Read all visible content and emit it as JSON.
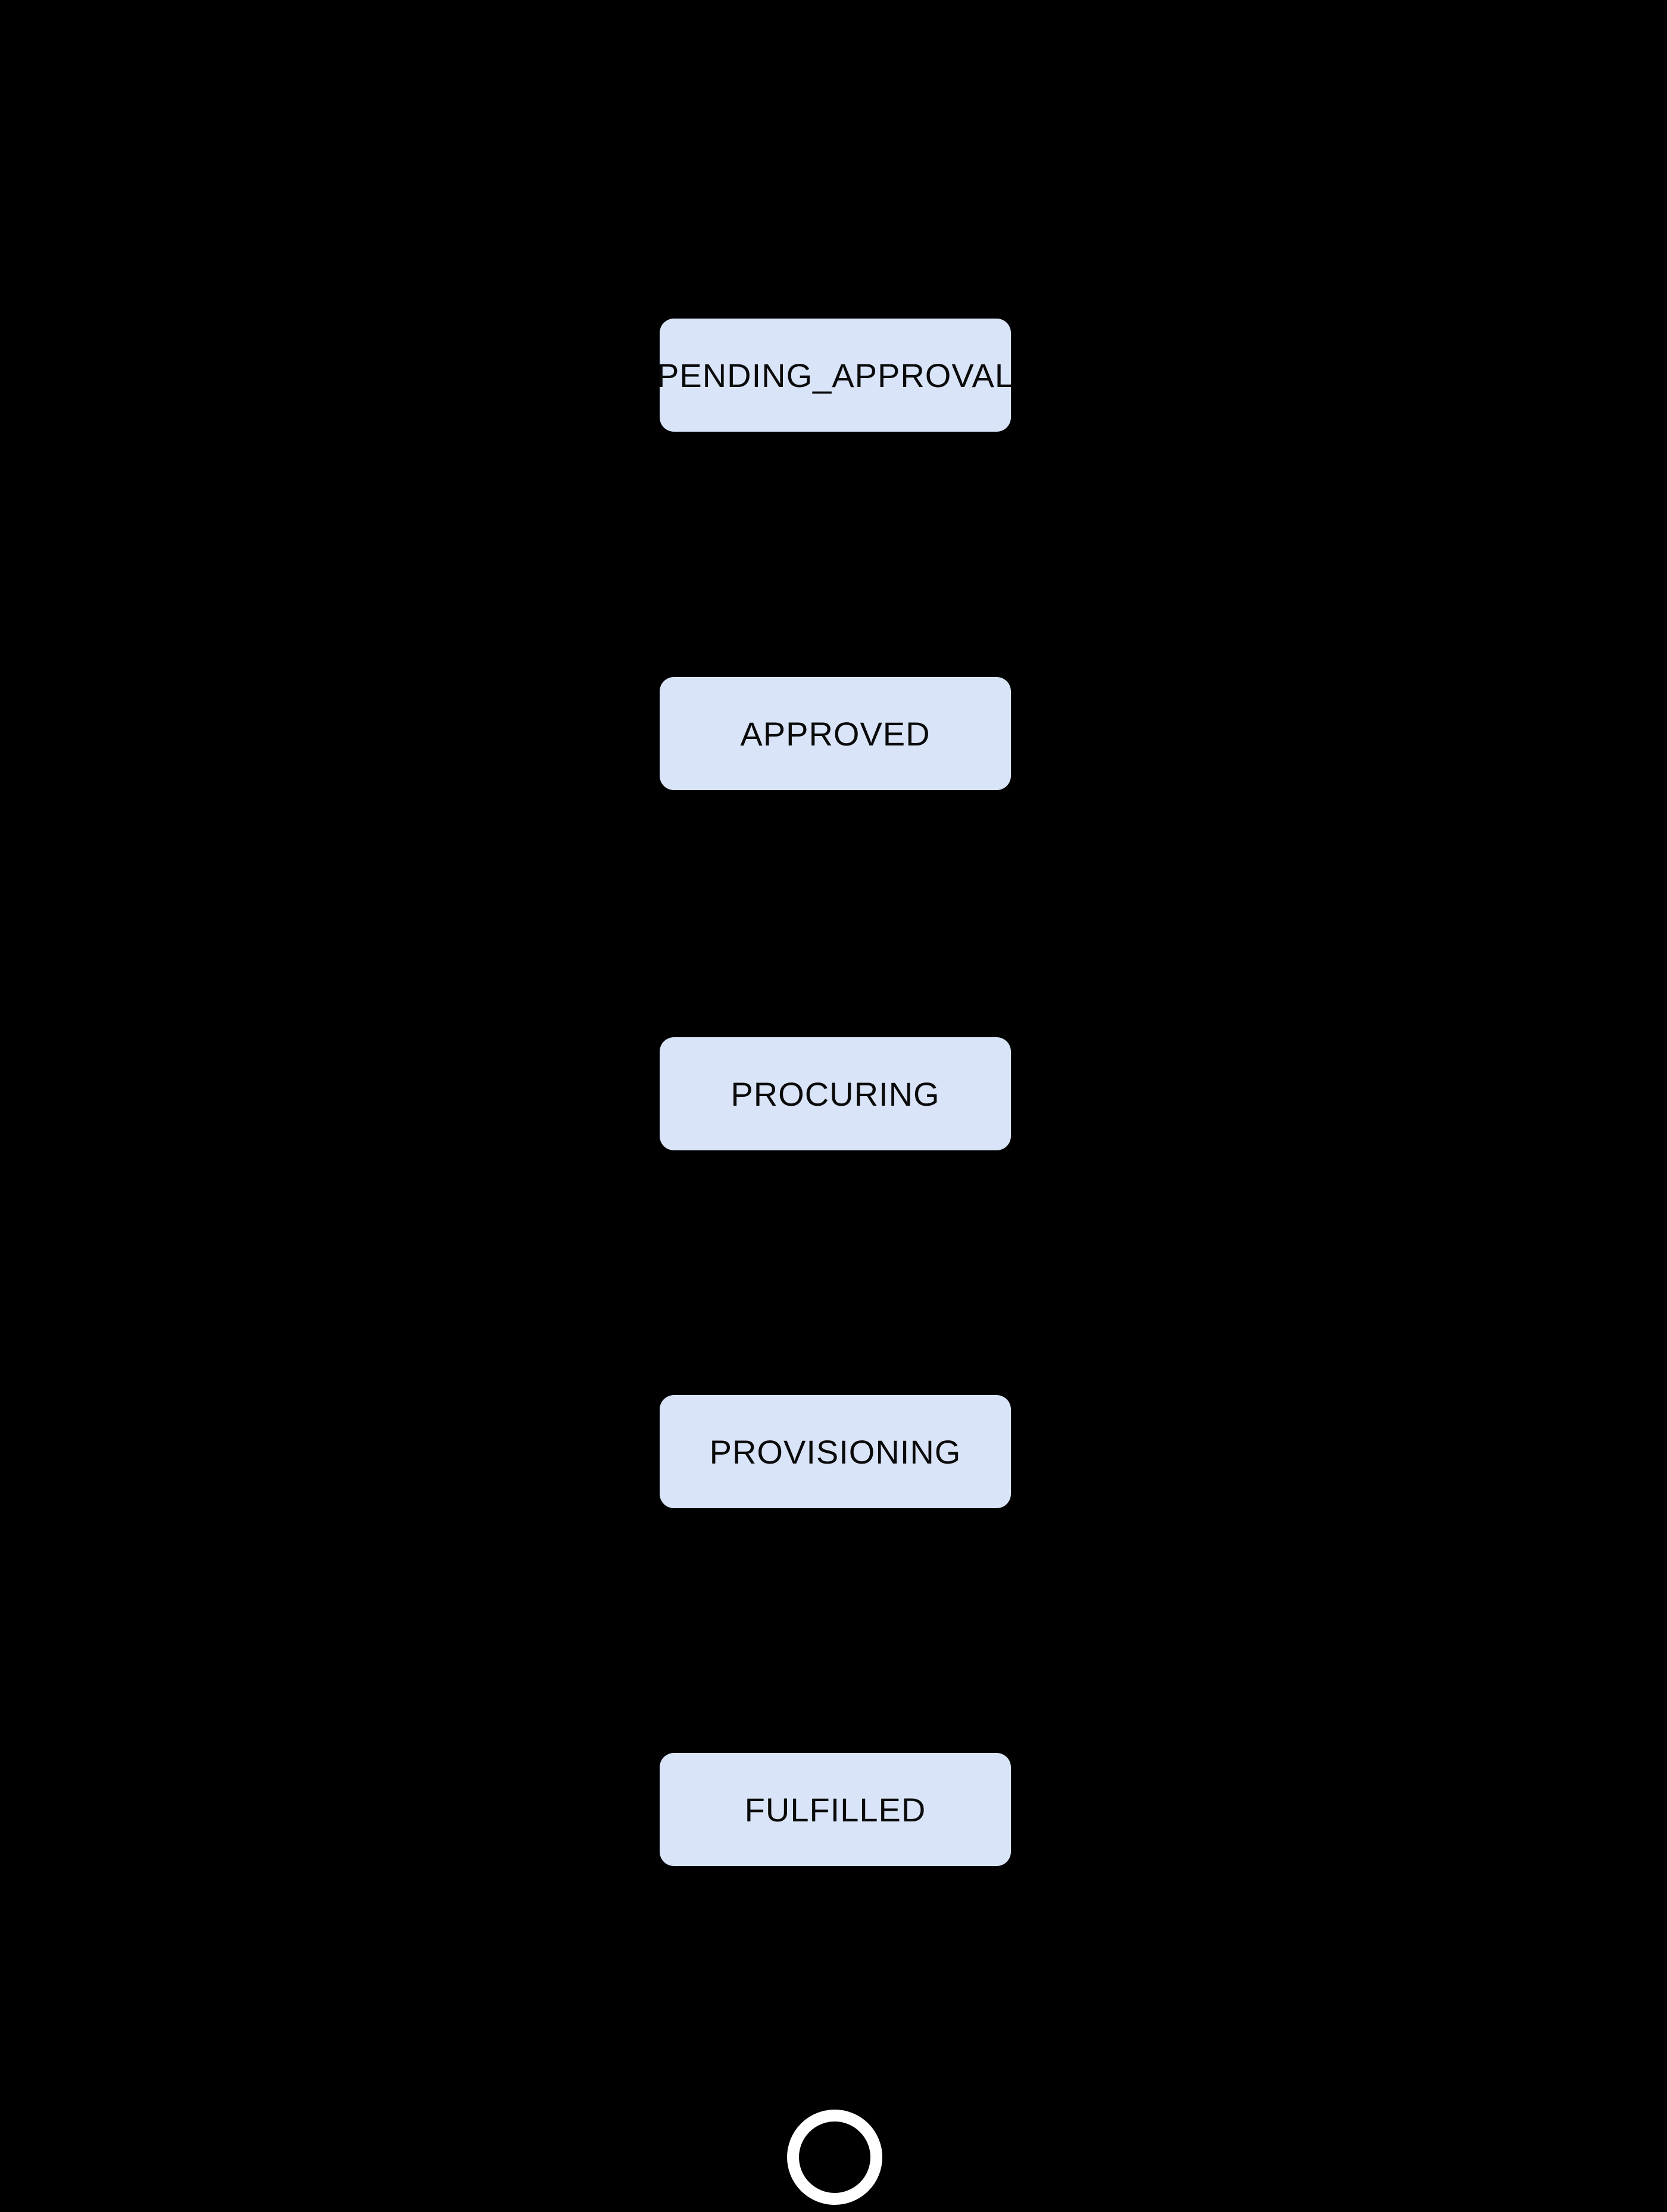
{
  "diagram": {
    "type": "state-flow",
    "background_color": "#000000",
    "node_fill_color": "#d9e4f8",
    "node_text_color": "#0a0a0a",
    "end_ring_color": "#ffffff",
    "nodes": [
      {
        "id": "pending-approval",
        "label": "PENDING_APPROVAL"
      },
      {
        "id": "approved",
        "label": "APPROVED"
      },
      {
        "id": "procuring",
        "label": "PROCURING"
      },
      {
        "id": "provisioning",
        "label": "PROVISIONING"
      },
      {
        "id": "fulfilled",
        "label": "FULFILLED"
      }
    ],
    "end_state": {
      "shape": "ring"
    }
  }
}
